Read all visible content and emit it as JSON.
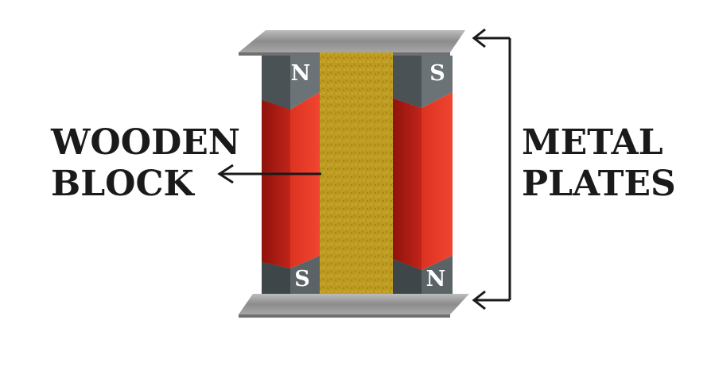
{
  "labels": {
    "wooden_block_line1": "WOODEN",
    "wooden_block_line2": "BLOCK",
    "metal_plates_line1": "METAL",
    "metal_plates_line2": "PLATES"
  },
  "poles": {
    "left_top": "N",
    "right_top": "S",
    "left_bottom": "S",
    "right_bottom": "N"
  },
  "colors": {
    "magnet_red": "#e0301e",
    "magnet_red_dark": "#a8170f",
    "magnet_grey": "#4c5458",
    "wood": "#c9a423",
    "plate": "#9a9a9a",
    "arrow": "#1a1a1a"
  }
}
